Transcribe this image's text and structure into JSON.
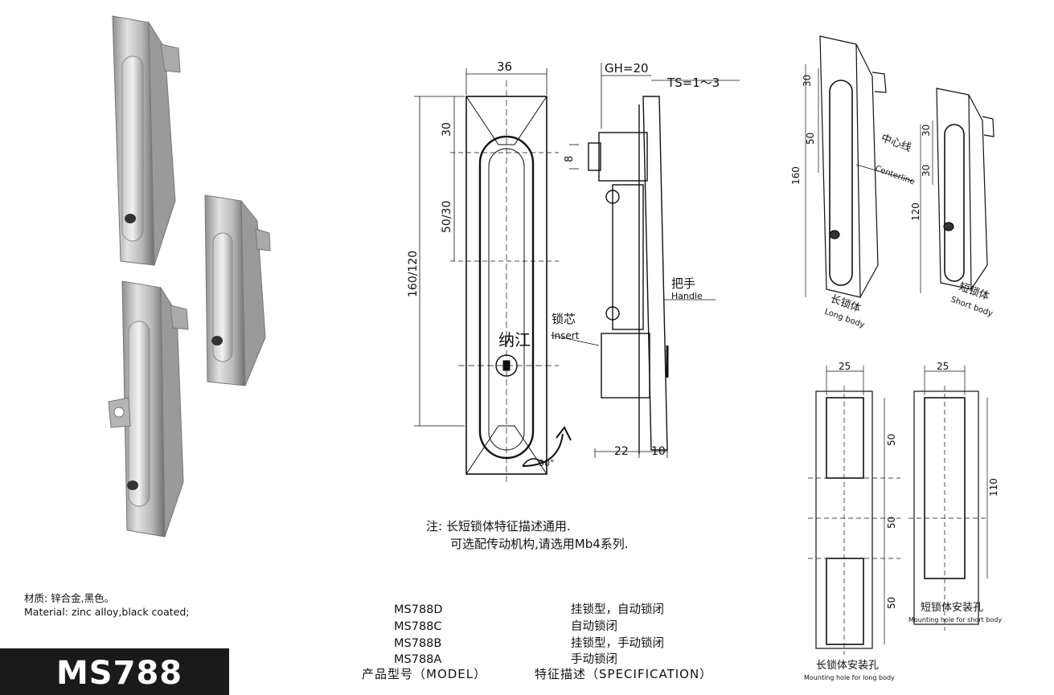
{
  "material": {
    "cn": "材质: 锌合金,黑色。",
    "en": "Material: zinc alloy,black coated;"
  },
  "model_badge": "MS788",
  "note": {
    "line1": "注: 长短锁体特征描述通用.",
    "line2": "可选配传动机构,请选用Mb4系列."
  },
  "table": {
    "rows": [
      {
        "model": "MS788D",
        "spec": "挂锁型，自动锁闭"
      },
      {
        "model": "MS788C",
        "spec": "自动锁闭"
      },
      {
        "model": "MS788B",
        "spec": "挂锁型，手动锁闭"
      },
      {
        "model": "MS788A",
        "spec": "手动锁闭"
      }
    ],
    "header_model": "产品型号（MODEL）",
    "header_spec": "特征描述（SPECIFICATION）"
  },
  "front_drawing": {
    "width": "36",
    "top": "30",
    "mid": "50/30",
    "total": "160/120",
    "rotation": "90°",
    "watermark": "纳江"
  },
  "side_drawing": {
    "gh": "GH=20",
    "ts": "TS=1～3",
    "square": "8",
    "depth1": "22",
    "depth2": "10",
    "insert_cn": "锁芯",
    "insert_en": "Insert",
    "handle_cn": "把手",
    "handle_en": "Handle"
  },
  "body_views": {
    "long_top": "30",
    "long_mid": "50",
    "long_total": "160",
    "short_top": "30",
    "short_mid": "30",
    "short_total": "120",
    "centerline_cn": "中心线",
    "centerline_en": "Centerline",
    "long_cn": "长锁体",
    "long_en": "Long body",
    "short_cn": "短锁体",
    "short_en": "Short body"
  },
  "mounting": {
    "long_width": "25",
    "long_seg1": "50",
    "long_seg2": "50",
    "long_seg3": "50",
    "long_cn": "长锁体安装孔",
    "long_en": "Mounting hole for long body",
    "short_width": "25",
    "short_height": "110",
    "short_cn": "短锁体安装孔",
    "short_en": "Mounting hole for short body"
  }
}
